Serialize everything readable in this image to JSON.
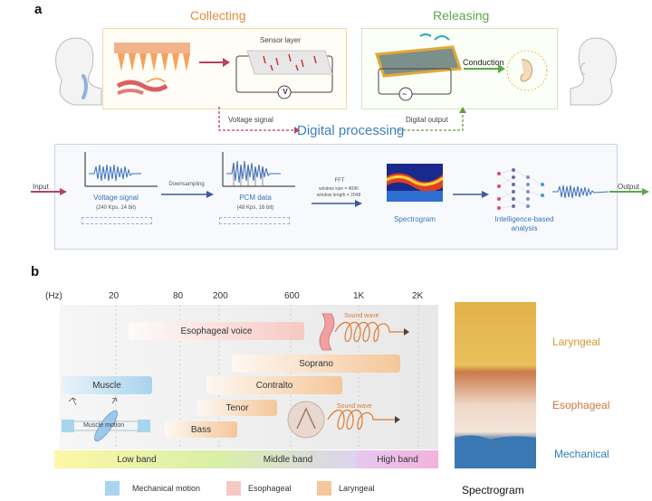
{
  "panel_a": {
    "letter": "a",
    "collecting": "Collecting",
    "releasing": "Releasing",
    "sensor_layer": "Sensor layer",
    "voltage_symbol": "V",
    "conduction": "Conduction",
    "voltage_signal_label": "Voltage signal",
    "digital_output_label": "Digital output",
    "digital_processing": "Digital processing",
    "input": "Input",
    "output": "Output",
    "downsampling": "Downsampling",
    "fft": "FFT",
    "fft_params_1": "window size = 4096",
    "fft_params_2": "window length = 2048",
    "step_voltage": "Voltage signal",
    "step_voltage_sub": "(240 Kps, 14 bit)",
    "step_pcm": "PCM data",
    "step_pcm_sub": "(48 Kps, 16 bit)",
    "step_spectrogram": "Spectrogram",
    "step_ai_1": "Intelligence-based",
    "step_ai_2": "analysis"
  },
  "panel_b": {
    "letter": "b",
    "hz_unit": "(Hz)",
    "ticks": [
      "20",
      "80",
      "200",
      "600",
      "1K",
      "2K"
    ],
    "bars": {
      "esophageal_voice": "Esophageal voice",
      "soprano": "Soprano",
      "muscle": "Muscle",
      "contralto": "Contralto",
      "tenor": "Tenor",
      "bass": "Bass"
    },
    "sound_wave_1": "Sound wave",
    "sound_wave_2": "Sound wave",
    "muscle_motion": "Muscle motion",
    "bands": {
      "low": "Low band",
      "middle": "Middle band",
      "high": "High band"
    },
    "legend": {
      "mechanical": "Mechanical motion",
      "esophageal": "Esophageal",
      "laryngeal": "Laryngeal"
    },
    "spectrogram_title": "Spectrogram",
    "spec_labels": {
      "laryngeal": "Laryngeal",
      "esophageal": "Esophageal",
      "mechanical": "Mechanical"
    }
  },
  "colors": {
    "collecting": "#e88a3a",
    "releasing": "#5aa84a",
    "digital": "#3c7fc1",
    "mechanical": "#a8d4ee",
    "esophageal": "#f7c9c3",
    "laryngeal": "#f5c79a",
    "laryngeal_text": "#d99a2b",
    "esophageal_text": "#d0783e",
    "mechanical_text": "#2f7dbd"
  }
}
